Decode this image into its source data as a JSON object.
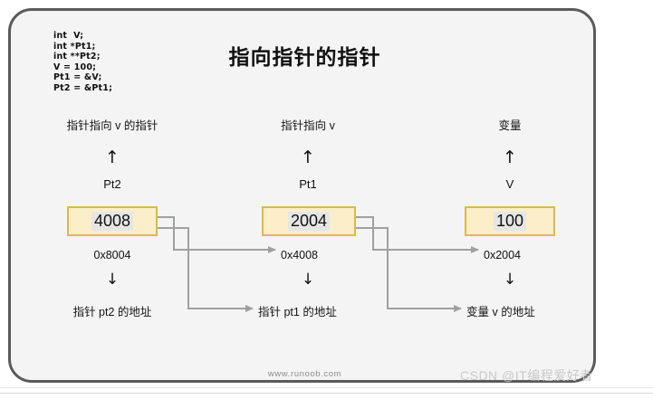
{
  "diagram": {
    "title": "指向指针的指针",
    "code_block": "int  V;\nint *Pt1;\nint **Pt2;\nV = 100;\nPt1 = &V;\nPt2 = &Pt1;",
    "columns": [
      {
        "role_label": "指针指向 v 的指针",
        "up_arrow": "↑",
        "var_name": "Pt2",
        "value": "4008",
        "address": "0x8004",
        "down_arrow": "↓",
        "address_label": "指针 pt2 的地址"
      },
      {
        "role_label": "指针指向 v",
        "up_arrow": "↑",
        "var_name": "Pt1",
        "value": "2004",
        "address": "0x4008",
        "down_arrow": "↓",
        "address_label": "指针 pt1 的地址"
      },
      {
        "role_label": "变量",
        "up_arrow": "↑",
        "var_name": "V",
        "value": "100",
        "address": "0x2004",
        "down_arrow": "↓",
        "address_label": "变量 v 的地址"
      }
    ],
    "colors": {
      "box_fill": "#fbeec9",
      "box_border": "#ddb94b",
      "value_highlight": "#e6e6e6",
      "card_border": "#5a5a5a",
      "card_background": "#f4f4f4",
      "wire": "#a0a0a0"
    }
  },
  "footer": {
    "site": "www.runoob.com",
    "watermark": "CSDN @IT编程爱好者"
  }
}
